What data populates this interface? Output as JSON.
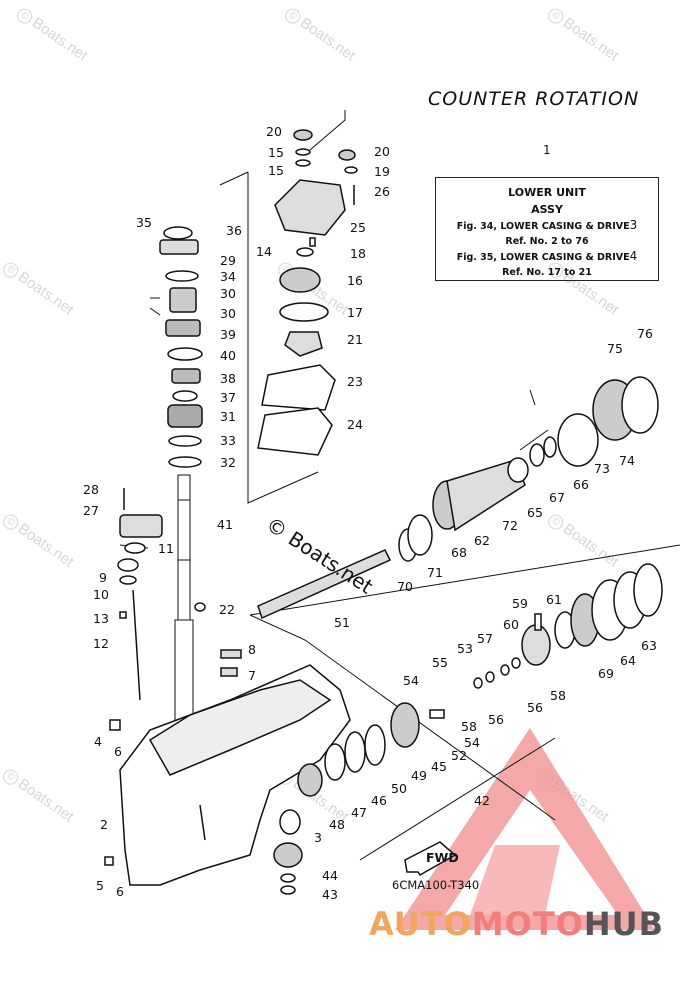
{
  "title": "COUNTER ROTATION",
  "reference_box": {
    "part_number": "1",
    "line1": "LOWER UNIT",
    "line2": "ASSY",
    "line3_text": "Fig. 34, LOWER CASING & DRIVE",
    "line3_suffix": "3",
    "line4": "Ref. No. 2 to 76",
    "line5_text": "Fig. 35, LOWER CASING & DRIVE",
    "line5_suffix": "4",
    "line6": "Ref. No. 17 to 21"
  },
  "watermark_text": "Boats.net",
  "watermark_symbol": "©",
  "center_watermark": "© Boats.net",
  "diagram_code": "6CMA100-T340",
  "brand": {
    "part1": "AUTO",
    "part2": "MOTO",
    "part3": "HUB",
    "color1": "#f2a65c",
    "color2": "#f27d7d",
    "color3": "#555555"
  },
  "fwd_label": "FWD",
  "part_labels": [
    "2",
    "3",
    "4",
    "5",
    "6",
    "6",
    "7",
    "8",
    "9",
    "10",
    "11",
    "12",
    "13",
    "14",
    "15",
    "15",
    "16",
    "17",
    "18",
    "19",
    "20",
    "20",
    "21",
    "22",
    "23",
    "24",
    "25",
    "26",
    "27",
    "28",
    "29",
    "30",
    "30",
    "31",
    "32",
    "33",
    "34",
    "35",
    "36",
    "37",
    "38",
    "39",
    "40",
    "41",
    "42",
    "43",
    "44",
    "45",
    "46",
    "47",
    "48",
    "49",
    "50",
    "51",
    "52",
    "53",
    "54",
    "54",
    "55",
    "56",
    "56",
    "57",
    "58",
    "58",
    "59",
    "60",
    "61",
    "62",
    "63",
    "64",
    "65",
    "66",
    "67",
    "68",
    "69",
    "70",
    "71",
    "72",
    "73",
    "74",
    "75",
    "76"
  ]
}
